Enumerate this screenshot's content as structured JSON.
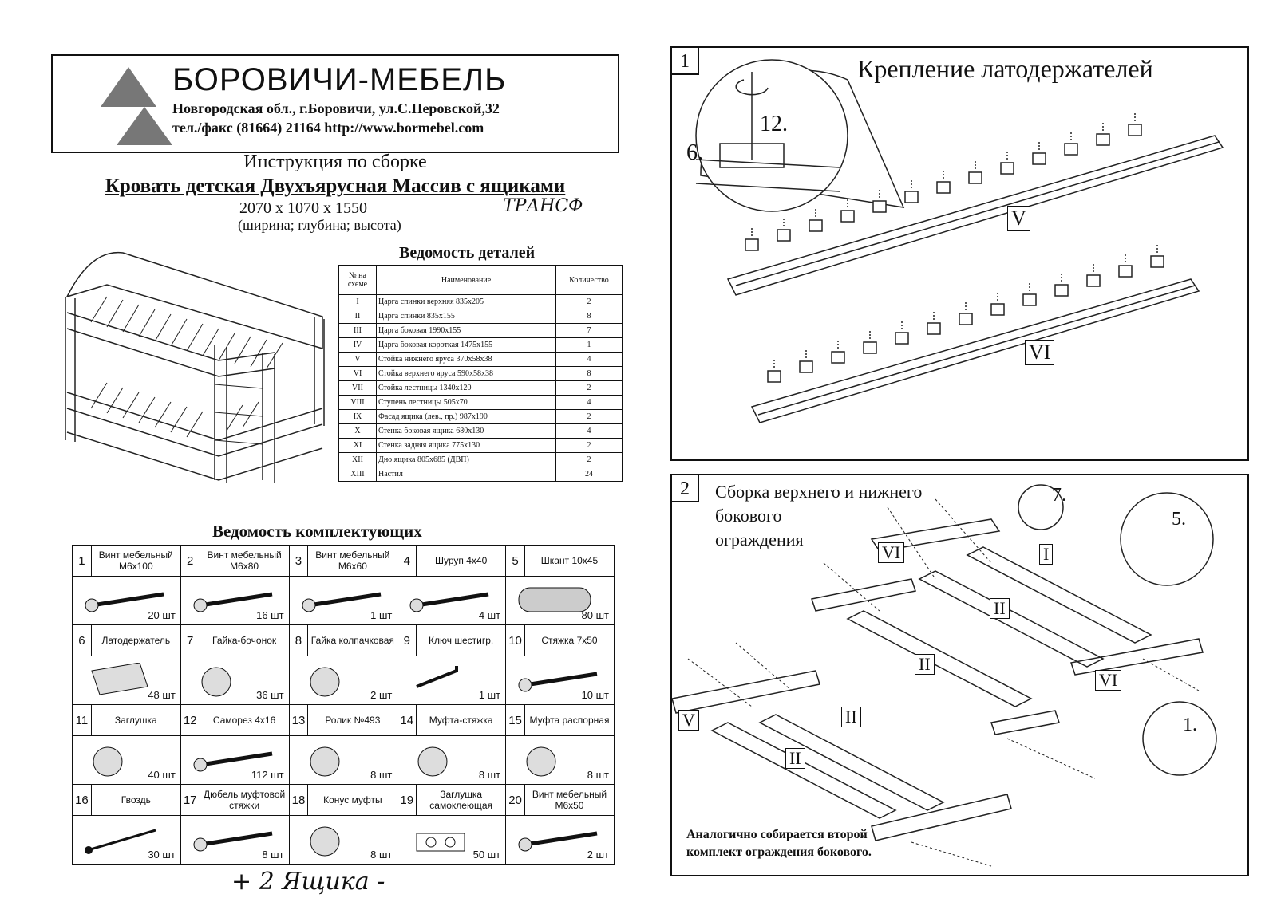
{
  "brand": {
    "name": "БОРОВИЧИ-МЕБЕЛЬ",
    "address": "Новгородская обл., г.Боровичи, ул.С.Перовской,32",
    "phone": "тел./факс (81664) 21164   http://www.bormebel.com"
  },
  "doc": {
    "title": "Инструкция по сборке",
    "product": "Кровать детская Двухъярусная Массив с ящиками",
    "dims": "2070 х 1070 х 1550",
    "dims_sub": "(ширина;  глубина;  высота)",
    "handwritten": "ТРАНСФ"
  },
  "parts": {
    "title": "Ведомость деталей",
    "headers": [
      "№ на схеме",
      "Наименование",
      "Количество"
    ],
    "rows": [
      [
        "I",
        "Царга спинки верхняя 835х205",
        "2"
      ],
      [
        "II",
        "Царга спинки 835х155",
        "8"
      ],
      [
        "III",
        "Царга боковая 1990х155",
        "7"
      ],
      [
        "IV",
        "Царга боковая короткая 1475х155",
        "1"
      ],
      [
        "V",
        "Стойка нижнего яруса 370х58х38",
        "4"
      ],
      [
        "VI",
        "Стойка верхнего яруса 590х58х38",
        "8"
      ],
      [
        "VII",
        "Стойка лестницы 1340х120",
        "2"
      ],
      [
        "VIII",
        "Ступень лестницы 505х70",
        "4"
      ],
      [
        "IX",
        "Фасад ящика (лев., пр.) 987х190",
        "2"
      ],
      [
        "X",
        "Стенка боковая ящика 680х130",
        "4"
      ],
      [
        "XI",
        "Стенка задняя ящика 775х130",
        "2"
      ],
      [
        "XII",
        "Дно ящика 805х685 (ДВП)",
        "2"
      ],
      [
        "XIII",
        "Настил",
        "24"
      ]
    ]
  },
  "hardware": {
    "title": "Ведомость комплектующих",
    "items": [
      {
        "n": "1",
        "name": "Винт мебельный М6х100",
        "qty": "20 шт"
      },
      {
        "n": "2",
        "name": "Винт мебельный М6х80",
        "qty": "16 шт"
      },
      {
        "n": "3",
        "name": "Винт мебельный М6х60",
        "qty": "1 шт"
      },
      {
        "n": "4",
        "name": "Шуруп 4х40",
        "qty": "4 шт"
      },
      {
        "n": "5",
        "name": "Шкант 10х45",
        "qty": "80 шт"
      },
      {
        "n": "6",
        "name": "Латодержатель",
        "qty": "48 шт"
      },
      {
        "n": "7",
        "name": "Гайка-бочонок",
        "qty": "36 шт"
      },
      {
        "n": "8",
        "name": "Гайка колпачковая",
        "qty": "2 шт"
      },
      {
        "n": "9",
        "name": "Ключ шестигр.",
        "qty": "1 шт"
      },
      {
        "n": "10",
        "name": "Стяжка 7х50",
        "qty": "10 шт"
      },
      {
        "n": "11",
        "name": "Заглушка",
        "qty": "40 шт"
      },
      {
        "n": "12",
        "name": "Саморез 4х16",
        "qty": "112 шт"
      },
      {
        "n": "13",
        "name": "Ролик №493",
        "qty": "8 шт"
      },
      {
        "n": "14",
        "name": "Муфта-стяжка",
        "qty": "8 шт"
      },
      {
        "n": "15",
        "name": "Муфта распорная",
        "qty": "8 шт"
      },
      {
        "n": "16",
        "name": "Гвоздь",
        "qty": "30 шт"
      },
      {
        "n": "17",
        "name": "Дюбель муфтовой стяжки",
        "qty": "8 шт"
      },
      {
        "n": "18",
        "name": "Конус муфты",
        "qty": "8 шт"
      },
      {
        "n": "19",
        "name": "Заглушка самоклеющая",
        "qty": "50 шт"
      },
      {
        "n": "20",
        "name": "Винт мебельный М6х50",
        "qty": "2 шт"
      }
    ],
    "handwritten": "+ 2 Ящика -"
  },
  "panel1": {
    "num": "1",
    "title": "Крепление латодержателей",
    "callout_a": "6.",
    "callout_b": "12.",
    "label_top": "V",
    "label_bottom": "VI"
  },
  "panel2": {
    "num": "2",
    "title_l1": "Сборка верхнего и нижнего",
    "title_l2": "бокового",
    "title_l3": "ограждения",
    "call7": "7.",
    "call5": "5.",
    "call1": "1.",
    "labels": {
      "vi_top": "VI",
      "i": "I",
      "ii_a": "II",
      "ii_b": "II",
      "vi_right": "VI",
      "v": "V",
      "ii_c": "II",
      "ii_d": "II"
    },
    "note_l1": "Аналогично собирается второй",
    "note_l2": "комплект  ограждения бокового."
  }
}
